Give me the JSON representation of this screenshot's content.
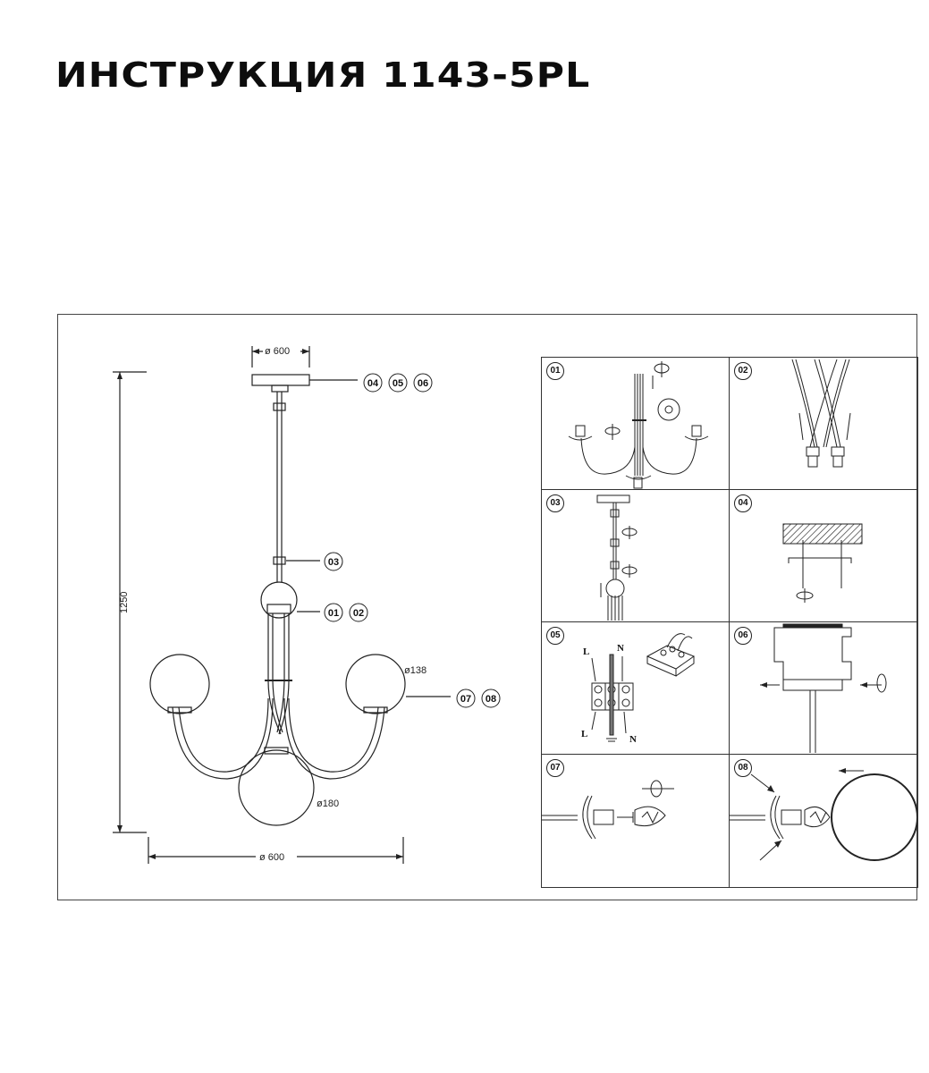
{
  "title": "ИНСТРУКЦИЯ 1143-5PL",
  "dimensions": {
    "canopy_diameter": "ø 600",
    "height": "1250",
    "small_shade_diameter": "ø138",
    "large_shade_diameter": "ø180",
    "overall_width": "ø 600"
  },
  "callouts": {
    "canopy": [
      "04",
      "05",
      "06"
    ],
    "rod": [
      "03"
    ],
    "body": [
      "01",
      "02"
    ],
    "shades": [
      "07",
      "08"
    ]
  },
  "steps": [
    {
      "number": "01"
    },
    {
      "number": "02"
    },
    {
      "number": "03"
    },
    {
      "number": "04"
    },
    {
      "number": "05",
      "labels": [
        "L",
        "N",
        "L",
        "N"
      ]
    },
    {
      "number": "06"
    },
    {
      "number": "07"
    },
    {
      "number": "08"
    }
  ]
}
